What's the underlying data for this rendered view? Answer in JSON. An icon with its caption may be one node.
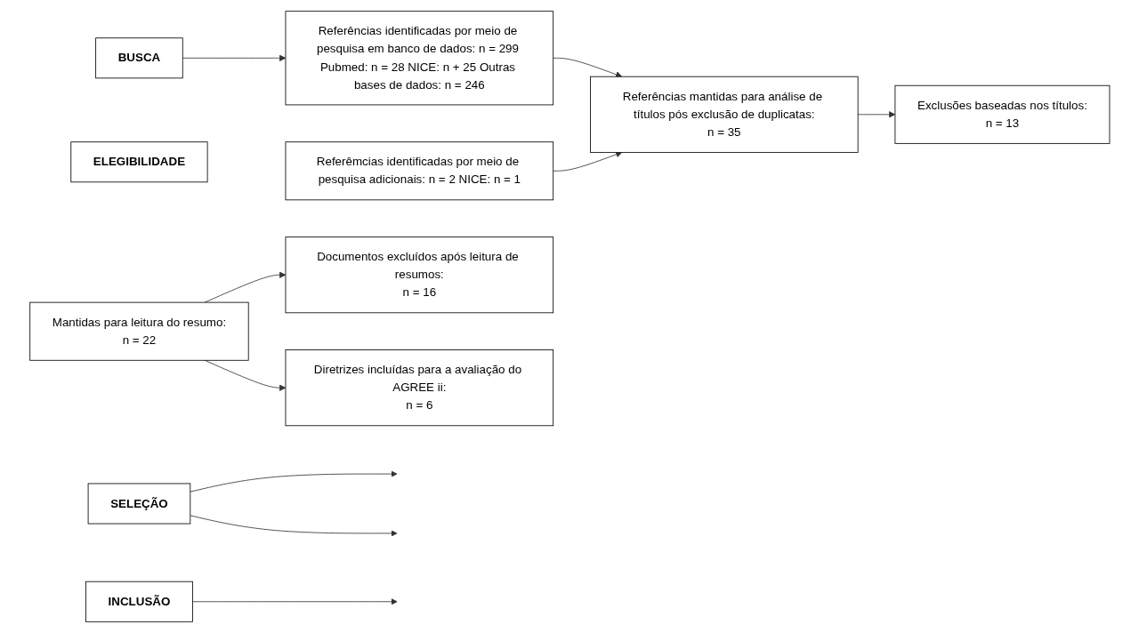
{
  "diagram": {
    "nodes": [
      {
        "text": [
          "BUSCA"
        ]
      },
      {
        "text": [
          "Referências identificadas por meio de pesquisa em banco de dados: n = 299 Pubmed: n = 28 NICE: n + 25 Outras bases de dados: n = 246"
        ]
      },
      {
        "text": [
          "Referêmcias identificadas por meio de pesquisa adicionais: n = 2 NICE: n = 1"
        ]
      },
      {
        "text": [
          "ELEGIBILIDADE"
        ]
      },
      {
        "text": [
          "Referências mantidas para análise de títulos pós exclusão de duplicatas:",
          "n = 35"
        ]
      },
      {
        "text": [
          "Exclusões baseadas nos títulos:",
          "n = 13"
        ]
      },
      {
        "text": [
          "SELEÇÃO"
        ]
      },
      {
        "text": [
          "Mantidas para leitura do resumo:",
          "n = 22"
        ]
      },
      {
        "text": [
          "Documentos excluídos após leitura de resumos:",
          "n = 16"
        ]
      },
      {
        "text": [
          "INCLUSÃO"
        ]
      },
      {
        "text": [
          "Diretrizes incluídas para a avaliação do AGREE ii:",
          "n = 6"
        ]
      }
    ],
    "edges": [
      {
        "from": 0,
        "to": 1,
        "arrow": "to"
      },
      {
        "from": 1,
        "to": 4,
        "arrow": "to"
      },
      {
        "from": 2,
        "to": 4,
        "arrow": "to"
      },
      {
        "from": 4,
        "to": 5,
        "arrow": "to"
      },
      {
        "from": 6,
        "to": null,
        "arrow": "to"
      },
      {
        "from": 6,
        "to": null,
        "arrow": "to"
      },
      {
        "from": 7,
        "to": 8,
        "arrow": "to"
      },
      {
        "from": 7,
        "to": 10,
        "arrow": "to"
      },
      {
        "from": 9,
        "to": null,
        "arrow": "to"
      }
    ]
  }
}
